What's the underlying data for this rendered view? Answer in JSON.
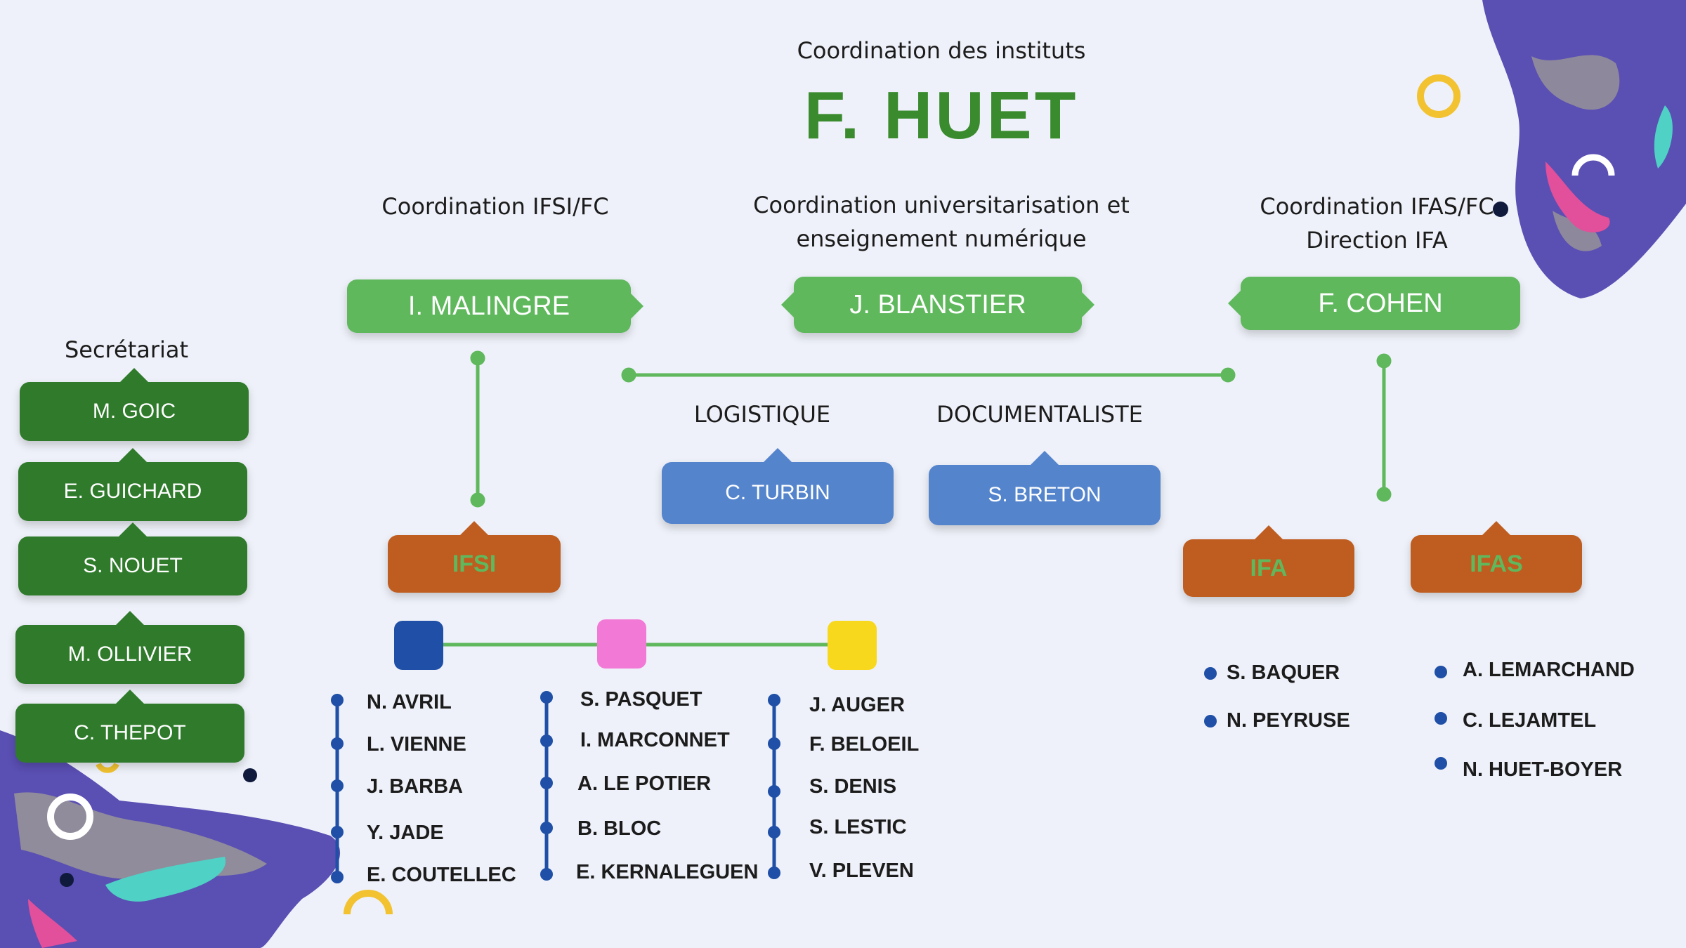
{
  "header": {
    "subtitle": "Coordination des instituts",
    "director": "F.  HUET"
  },
  "coordination": {
    "ifsi": {
      "title": "Coordination IFSI/FC",
      "name": "I. MALINGRE"
    },
    "univ": {
      "title_line1": "Coordination universitarisation et",
      "title_line2": "enseignement numérique",
      "name": "J. BLANSTIER"
    },
    "ifas": {
      "title_line1": "Coordination IFAS/FC",
      "title_line2": "Direction IFA",
      "name": "F. COHEN"
    }
  },
  "secretariat": {
    "title": "Secrétariat",
    "members": [
      "M. GOIC",
      "E. GUICHARD",
      "S. NOUET",
      "M. OLLIVIER",
      "C. THEPOT"
    ]
  },
  "services": {
    "logistique": {
      "title": "LOGISTIQUE",
      "name": "C. TURBIN"
    },
    "documentaliste": {
      "title": "DOCUMENTALISTE",
      "name": "S. BRETON"
    }
  },
  "institutes": {
    "ifsi": "IFSI",
    "ifa": "IFA",
    "ifas": "IFAS"
  },
  "ifsi_teams": [
    {
      "color": "#1f4fa6",
      "members": [
        "N. AVRIL",
        "L. VIENNE",
        "J. BARBA",
        "Y. JADE",
        "E. COUTELLEC"
      ]
    },
    {
      "color": "#f27ad6",
      "members": [
        "S. PASQUET",
        "I. MARCONNET",
        "A. LE POTIER",
        "B. BLOC",
        "E. KERNALEGUEN"
      ]
    },
    {
      "color": "#f8d81c",
      "members": [
        "J. AUGER",
        "F. BELOEIL",
        "S. DENIS",
        "S. LESTIC",
        "V. PLEVEN"
      ]
    }
  ],
  "ifa_members": [
    "S. BAQUER",
    "N. PEYRUSE"
  ],
  "ifas_members": [
    "A. LEMARCHAND",
    "C. LEJAMTEL",
    "N. HUET-BOYER"
  ],
  "colors": {
    "background": "#eef1f9",
    "green_light": "#5fb85c",
    "green_dark": "#2f7a2b",
    "blue": "#5484cc",
    "orange": "#bf5c1f",
    "title_green": "#3a8a2e",
    "dot_blue": "#1f4fa6",
    "accent_yellow": "#f2c230"
  }
}
